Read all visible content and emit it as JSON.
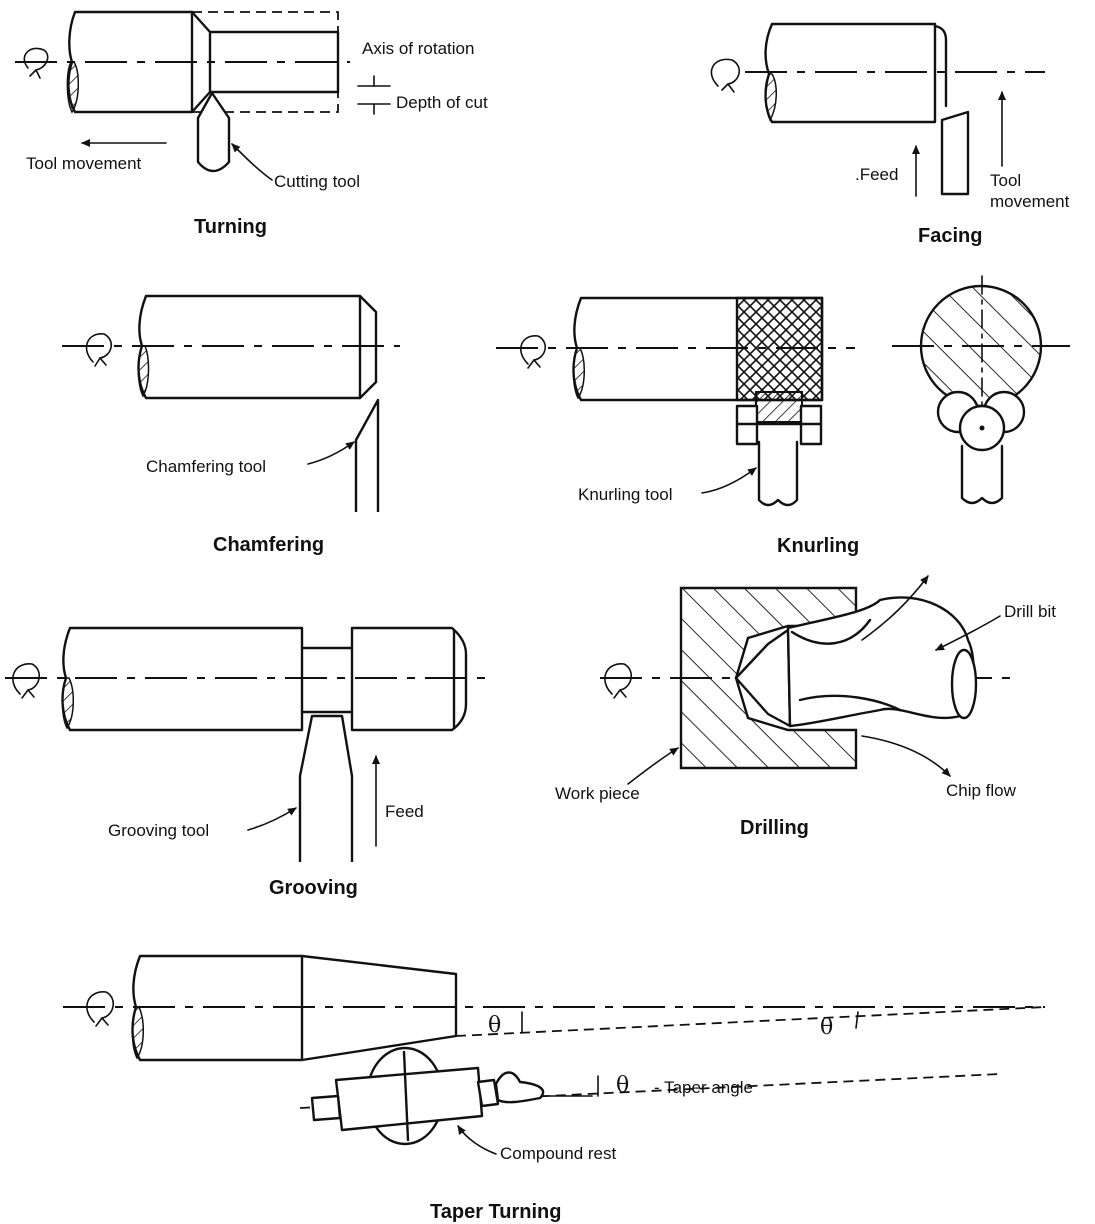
{
  "turning": {
    "title": "Turning",
    "labels": {
      "axis": "Axis of rotation",
      "depth": "Depth of cut",
      "tool_movement": "Tool movement",
      "cutting_tool": "Cutting tool"
    }
  },
  "facing": {
    "title": "Facing",
    "labels": {
      "feed": ".Feed",
      "tool_movement_1": "Tool",
      "tool_movement_2": "movement"
    }
  },
  "chamfering": {
    "title": "Chamfering",
    "labels": {
      "tool": "Chamfering tool"
    }
  },
  "knurling": {
    "title": "Knurling",
    "labels": {
      "tool": "Knurling tool"
    }
  },
  "grooving": {
    "title": "Grooving",
    "labels": {
      "tool": "Grooving tool",
      "feed": "Feed"
    }
  },
  "drilling": {
    "title": "Drilling",
    "labels": {
      "drill_bit": "Drill bit",
      "work_piece": "Work piece",
      "chip_flow": "Chip flow"
    }
  },
  "taper": {
    "title": "Taper Turning",
    "labels": {
      "theta": "θ",
      "taper_angle": "- Taper angle",
      "compound_rest": "Compound rest"
    }
  }
}
